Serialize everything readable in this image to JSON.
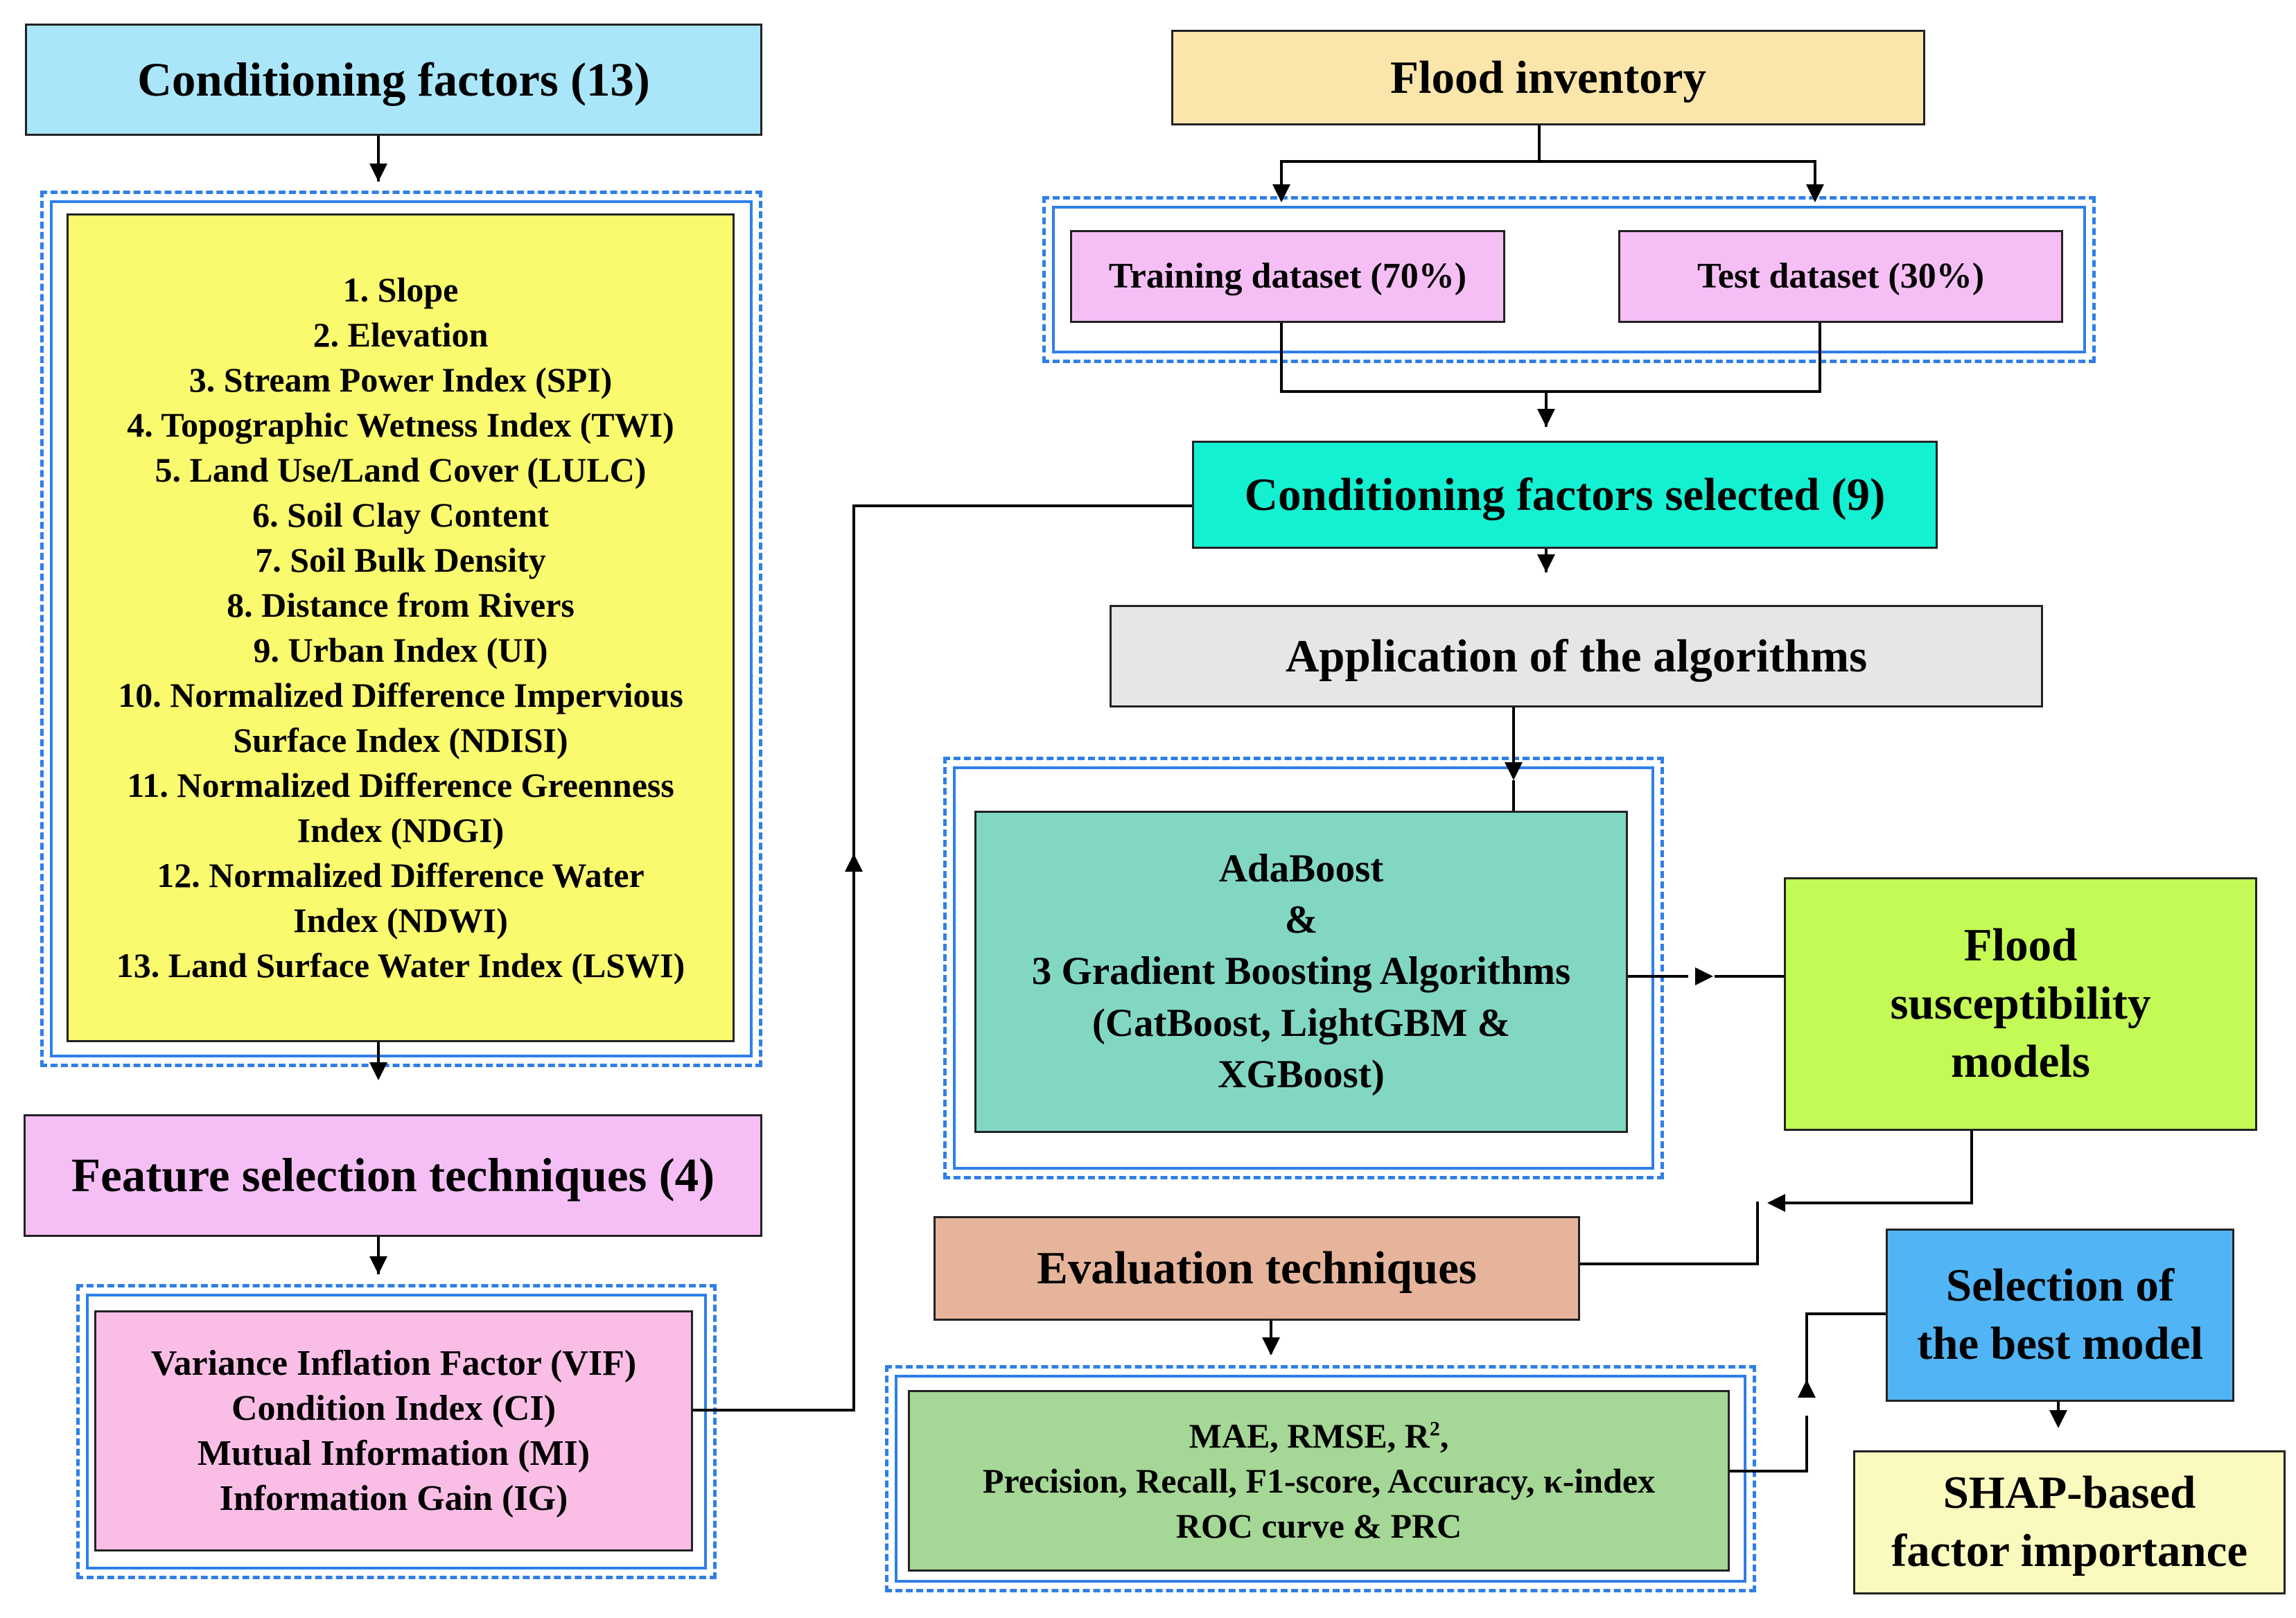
{
  "left_column": {
    "conditioning_factors_title": "Conditioning factors (13)",
    "factors": [
      "1. Slope",
      "2. Elevation",
      "3. Stream Power Index (SPI)",
      "4. Topographic Wetness Index (TWI)",
      "5. Land Use/Land Cover (LULC)",
      "6. Soil Clay Content",
      "7. Soil Bulk Density",
      "8. Distance from Rivers",
      "9. Urban Index (UI)",
      "10. Normalized Difference Impervious",
      "Surface Index (NDISI)",
      "11. Normalized Difference Greenness",
      "Index (NDGI)",
      "12. Normalized Difference Water",
      "Index (NDWI)",
      "13. Land Surface Water Index (LSWI)"
    ],
    "feature_selection_title": "Feature selection techniques (4)",
    "feature_selection_methods": [
      "Variance Inflation Factor (VIF)",
      "Condition Index (CI)",
      "Mutual Information (MI)",
      "Information Gain (IG)"
    ]
  },
  "right_column": {
    "flood_inventory": "Flood inventory",
    "training_dataset": "Training dataset (70%)",
    "test_dataset": "Test dataset (30%)",
    "conditioning_factors_selected": "Conditioning factors selected (9)",
    "application": "Application of the algorithms",
    "algorithms": [
      "AdaBoost",
      "&",
      "3 Gradient Boosting Algorithms",
      "(CatBoost, LightGBM &",
      "XGBoost)"
    ],
    "flood_models": [
      "Flood",
      "susceptibility",
      "models"
    ],
    "evaluation": "Evaluation techniques",
    "metrics_line1_prefix": "MAE, RMSE, R",
    "metrics_line1_sup": "2",
    "metrics_line1_suffix": ",",
    "metrics_line2": "Precision, Recall, F1-score, Accuracy, κ-index",
    "metrics_line3": "ROC curve & PRC",
    "best_model": [
      "Selection of",
      "the best model"
    ],
    "shap": [
      "SHAP-based",
      "factor importance"
    ]
  },
  "colors": {
    "conditioning_factors": "#aae6fa",
    "factor_list": "#fafa6e",
    "feature_selection": "#f5bef5",
    "feature_methods": "#fabee6",
    "flood_inventory": "#fae6aa",
    "datasets": "#f5bef5",
    "selected_factors": "#14f0d2",
    "application": "#e6e6e6",
    "algorithms": "#82d7c3",
    "flood_models": "#c3fa55",
    "evaluation": "#e6b49b",
    "metrics": "#a5d796",
    "best_model": "#50b4f5",
    "shap": "#fafabe",
    "dashed_frame": "#2f7fe8"
  }
}
